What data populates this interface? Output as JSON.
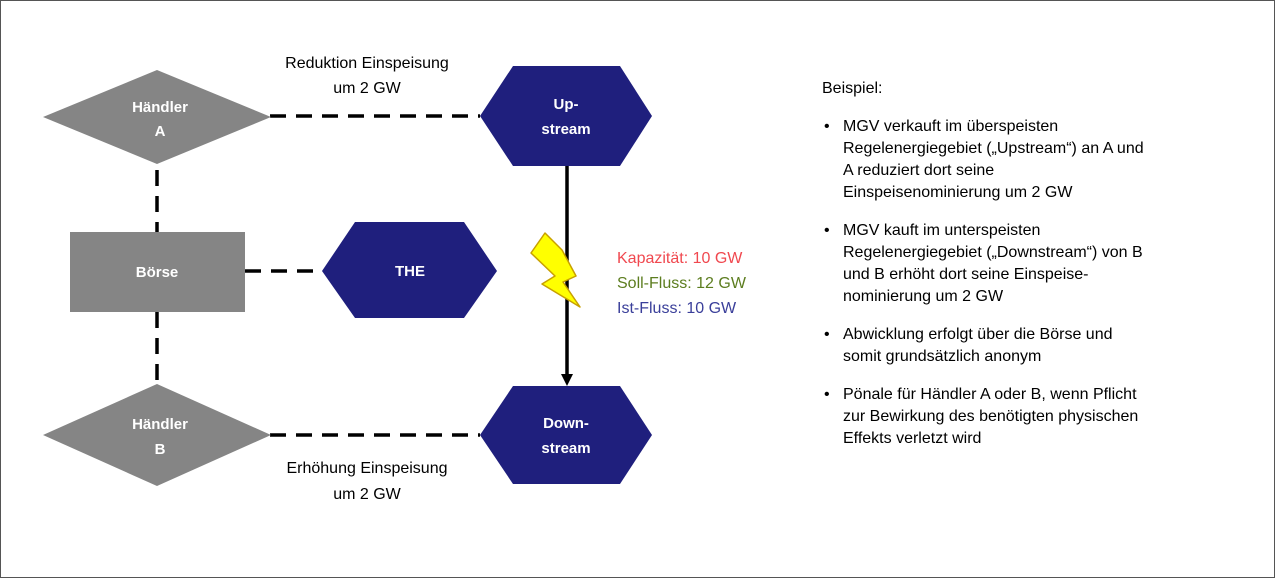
{
  "nodes": {
    "haendler_a": {
      "line1": "Händler",
      "line2": "A"
    },
    "haendler_b": {
      "line1": "Händler",
      "line2": "B"
    },
    "boerse": {
      "label": "Börse"
    },
    "the": {
      "label": "THE"
    },
    "upstream": {
      "line1": "Up-",
      "line2": "stream"
    },
    "downstream": {
      "line1": "Down-",
      "line2": "stream"
    }
  },
  "edge_labels": {
    "top": {
      "line1": "Reduktion Einspeisung",
      "line2": "um 2 GW"
    },
    "bottom": {
      "line1": "Erhöhung Einspeisung",
      "line2": "um 2 GW"
    }
  },
  "flow": {
    "capacity": "Kapazität: 10 GW",
    "target": "Soll-Fluss: 12 GW",
    "actual": "Ist-Fluss: 10 GW"
  },
  "example": {
    "title": "Beispiel:",
    "bullets": [
      {
        "lines": [
          "MGV verkauft im überspeisten",
          "Regelenergiegebiet („Upstream“) an A und",
          "A reduziert dort seine",
          "Einspeisenominierung um 2 GW"
        ]
      },
      {
        "lines": [
          "MGV kauft im unterspeisten",
          "Regelenergiegebiet („Downstream“) von B",
          "und B erhöht dort seine Einspeise-",
          "nominierung um 2 GW"
        ]
      },
      {
        "lines": [
          "Abwicklung erfolgt über die Börse und",
          "somit grundsätzlich anonym"
        ]
      },
      {
        "lines": [
          "Pönale für Händler A oder B, wenn Pflicht",
          "zur Bewirkung des benötigten physischen",
          "Effekts verletzt wird"
        ]
      }
    ]
  },
  "colors": {
    "node_gray": "#858585",
    "node_navy": "#1f1f7d",
    "capacity": "#f0484f",
    "target": "#5c7d1f",
    "actual": "#3a3f9a",
    "lightning_fill": "#ffff00"
  }
}
